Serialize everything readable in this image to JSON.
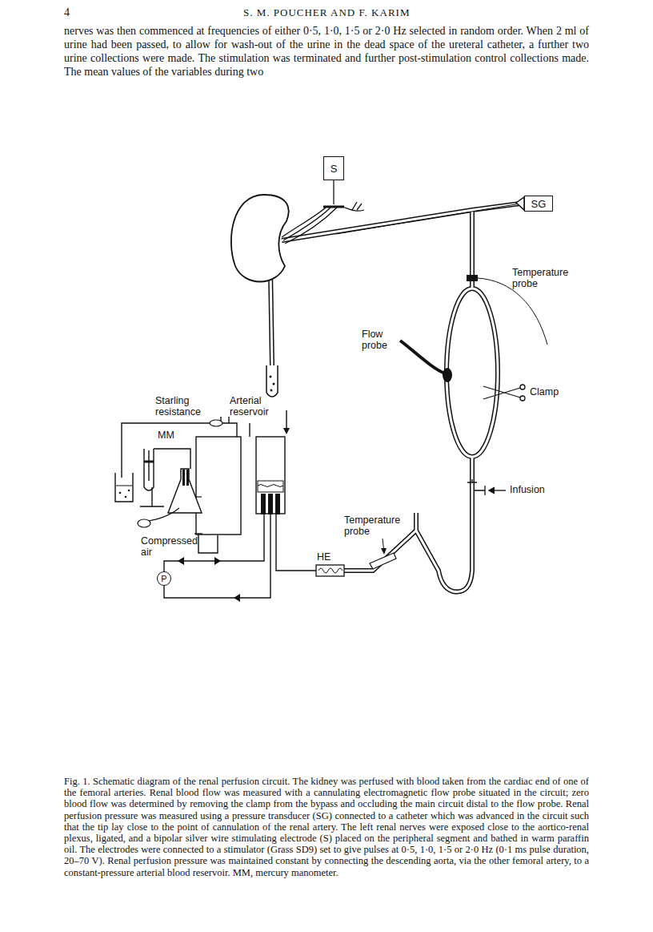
{
  "diagram": {
    "caption": "Fig. 1. Schematic diagram of the renal perfusion circuit. The kidney was perfused with blood taken from the cardiac end of one of the femoral arteries. Renal blood flow was measured with a cannulating electromagnetic flow probe situated in the circuit; zero blood flow was determined by removing the clamp from the bypass and occluding the main circuit distal to the flow probe. Renal perfusion pressure was measured using a pressure transducer (SG) connected to a catheter which was advanced in the circuit such that the tip lay close to the point of cannulation of the renal artery. The left renal nerves were exposed close to the aortico-renal plexus, ligated, and a bipolar silver wire stimulating electrode (S) placed on the peripheral segment and bathed in warm paraffin oil. The electrodes were connected to a stimulator (Grass SD9) set to give pulses at 0·5, 1·0, 1·5 or 2·0 Hz (0·1 ms pulse duration, 20–70 V). Renal perfusion pressure was maintained constant by connecting the descending aorta, via the other femoral artery, to a constant-pressure arterial blood reservoir. MM, mercury manometer.",
    "nodes": [
      {
        "text": [
          "S"
        ]
      },
      {
        "text": [
          "SG"
        ]
      },
      {
        "text": [
          "P"
        ]
      }
    ],
    "labels": [
      "4",
      "S. M. POUCHER AND F. KARIM",
      "nerves was then commenced at frequencies of either 0·5, 1·0, 1·5 or 2·0 Hz selected in random order. When 2 ml of urine had been passed, to allow for wash-out of the urine in the dead space of the ureteral catheter, a further two urine collections were made. The stimulation was terminated and further post-stimulation control collections made. The mean values of the variables during two",
      "Temperature probe",
      "Flow probe",
      "Clamp",
      "Infusion",
      "Starling resistance",
      "Arterial reservoir",
      "MM",
      "Compressed air",
      "HE",
      "Temperature probe"
    ]
  }
}
